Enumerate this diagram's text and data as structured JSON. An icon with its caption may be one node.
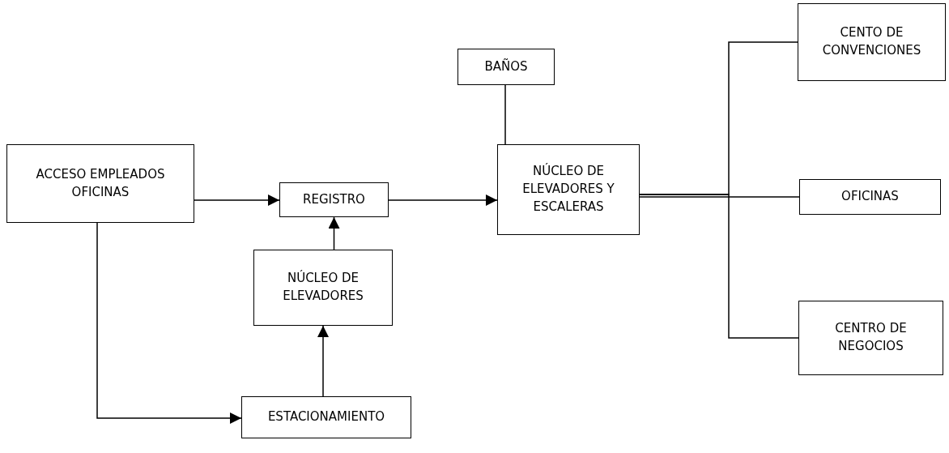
{
  "diagram": {
    "nodes": [
      {
        "text": [
          "ACCESO EMPLEADOS OFICINAS"
        ]
      },
      {
        "text": [
          "REGISTRO"
        ]
      },
      {
        "text": [
          "NÚCLEO DE ELEVADORES"
        ]
      },
      {
        "text": [
          "ESTACIONAMIENTO"
        ]
      },
      {
        "text": [
          "BAÑOS"
        ]
      },
      {
        "text": [
          "NÚCLEO DE ELEVADORES Y ESCALERAS"
        ]
      },
      {
        "text": [
          "CENTO DE CONVENCIONES"
        ]
      },
      {
        "text": [
          "OFICINAS"
        ]
      },
      {
        "text": [
          "CENTRO DE NEGOCIOS"
        ]
      }
    ],
    "edges": [
      {
        "from": 0,
        "to": 1,
        "arrow": "to"
      },
      {
        "from": 0,
        "to": 3,
        "arrow": "to"
      },
      {
        "from": 3,
        "to": 2,
        "arrow": "to"
      },
      {
        "from": 2,
        "to": 1,
        "arrow": "to"
      },
      {
        "from": 1,
        "to": 5,
        "arrow": "to"
      },
      {
        "from": 4,
        "to": 5,
        "arrow": "none"
      },
      {
        "from": 5,
        "to": 6,
        "arrow": "none"
      },
      {
        "from": 5,
        "to": 7,
        "arrow": "none"
      },
      {
        "from": 5,
        "to": 8,
        "arrow": "none"
      }
    ]
  }
}
